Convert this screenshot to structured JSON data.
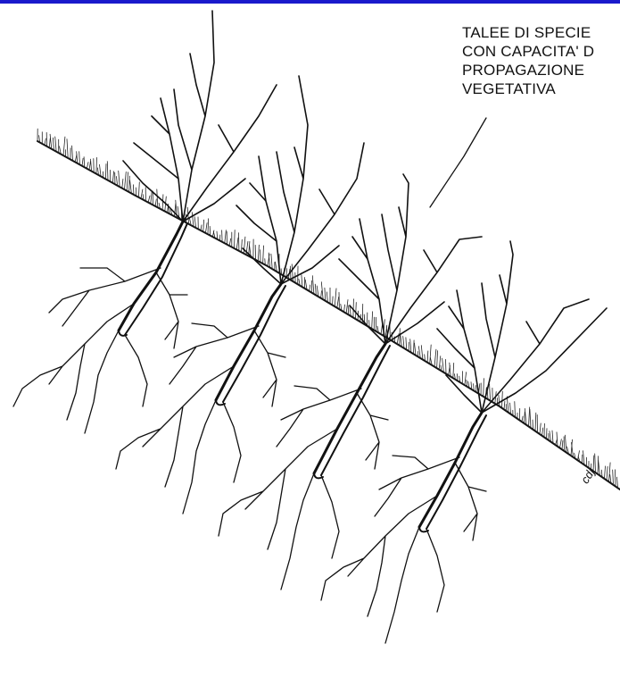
{
  "callout": {
    "lines": [
      "TALEE DI SPECIE",
      "CON CAPACITA' D",
      "PROPAGAZIONE",
      "VEGETATIVA"
    ]
  },
  "signature": "cdj",
  "colors": {
    "top_rule": "#1a1acc",
    "ink": "#111111",
    "background": "#ffffff"
  }
}
